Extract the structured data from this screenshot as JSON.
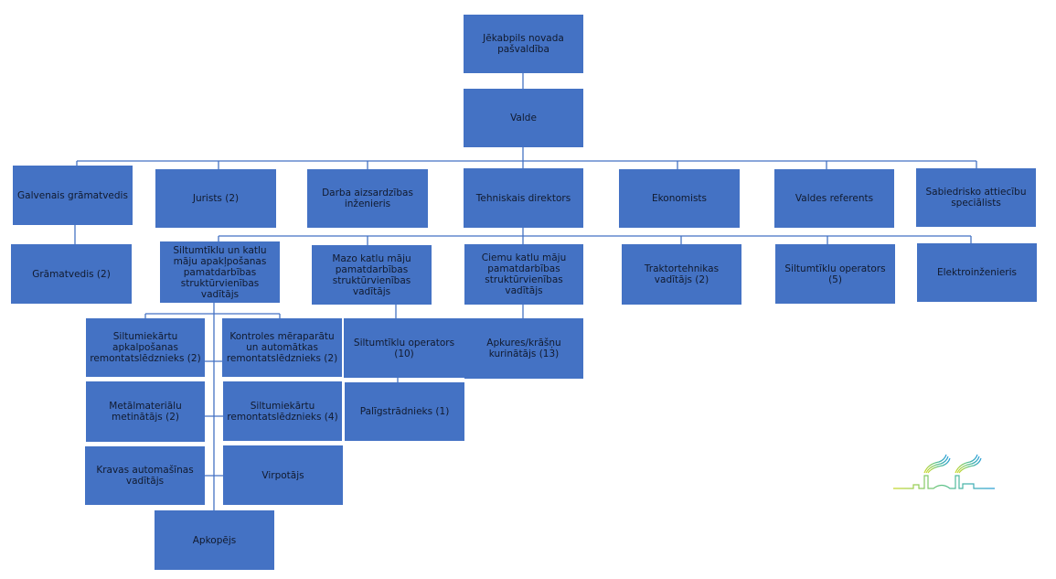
{
  "title": "Jēkabpils novada pašvaldība organizational chart",
  "colors": {
    "box_fill": "#4472c4",
    "connector": "#4472c4",
    "text": "#111a2e"
  },
  "nodes": [
    {
      "id": "root",
      "label": "Jēkabpils novada pašvaldība"
    },
    {
      "id": "valde",
      "label": "Valde"
    },
    {
      "id": "galv_gramatvedis",
      "label": "Galvenais grāmatvedis"
    },
    {
      "id": "jurists",
      "label": "Jurists (2)"
    },
    {
      "id": "darba_aizs",
      "label": "Darba aizsardzības inženieris"
    },
    {
      "id": "tehn_dir",
      "label": "Tehniskais direktors"
    },
    {
      "id": "ekonomists",
      "label": "Ekonomists"
    },
    {
      "id": "valdes_ref",
      "label": "Valdes referents"
    },
    {
      "id": "sab_att",
      "label": "Sabiedrisko attiecību speciālists"
    },
    {
      "id": "gramatvedis",
      "label": "Grāmatvedis (2)"
    },
    {
      "id": "silt_katlu",
      "label": "Siltumtīklu un katlu māju apakļpošanas pamatdarbības struktūrvienības vadītājs"
    },
    {
      "id": "mazo_katlu",
      "label": "Mazo katlu māju pamatdarbības struktūrvienības vadītājs"
    },
    {
      "id": "ciemu_katlu",
      "label": "Ciemu katlu māju pamatdarbības struktūrvienības vadītājs"
    },
    {
      "id": "traktor",
      "label": "Traktortehnikas vadītājs (2)"
    },
    {
      "id": "silt_oper5",
      "label": "Siltumtīklu operators (5)"
    },
    {
      "id": "elektro",
      "label": "Elektroinženieris"
    },
    {
      "id": "silt_apk_rem",
      "label": "Siltumiekārtu apkalpošanas remontatslēdznieks (2)"
    },
    {
      "id": "kontroles",
      "label": "Kontroles mēraparātu un automātkas remontatslēdznieks (2)"
    },
    {
      "id": "metal",
      "label": "Metālmateriālu metinātājs (2)"
    },
    {
      "id": "silt_rem4",
      "label": "Siltumiekārtu remontatslēdznieks (4)"
    },
    {
      "id": "kravas",
      "label": "Kravas automašīnas vadītājs"
    },
    {
      "id": "virpotajs",
      "label": "Virpotājs"
    },
    {
      "id": "apkopejs",
      "label": "Apkopējs"
    },
    {
      "id": "silt_oper10",
      "label": "Siltumtīklu operators (10)"
    },
    {
      "id": "paligstr",
      "label": "Palīgstrādnieks (1)"
    },
    {
      "id": "apkures",
      "label": "Apkures/krāšņu kurinātājs (13)"
    }
  ],
  "edges": [
    [
      "root",
      "valde"
    ],
    [
      "valde",
      "galv_gramatvedis"
    ],
    [
      "valde",
      "jurists"
    ],
    [
      "valde",
      "darba_aizs"
    ],
    [
      "valde",
      "tehn_dir"
    ],
    [
      "valde",
      "ekonomists"
    ],
    [
      "valde",
      "valdes_ref"
    ],
    [
      "valde",
      "sab_att"
    ],
    [
      "galv_gramatvedis",
      "gramatvedis"
    ],
    [
      "tehn_dir",
      "silt_katlu"
    ],
    [
      "tehn_dir",
      "mazo_katlu"
    ],
    [
      "tehn_dir",
      "ciemu_katlu"
    ],
    [
      "tehn_dir",
      "traktor"
    ],
    [
      "tehn_dir",
      "silt_oper5"
    ],
    [
      "tehn_dir",
      "elektro"
    ],
    [
      "silt_katlu",
      "silt_apk_rem"
    ],
    [
      "silt_katlu",
      "kontroles"
    ],
    [
      "silt_katlu",
      "metal"
    ],
    [
      "silt_katlu",
      "silt_rem4"
    ],
    [
      "silt_katlu",
      "kravas"
    ],
    [
      "silt_katlu",
      "virpotajs"
    ],
    [
      "silt_katlu",
      "apkopejs"
    ],
    [
      "mazo_katlu",
      "silt_oper10"
    ],
    [
      "silt_oper10",
      "paligstr"
    ],
    [
      "ciemu_katlu",
      "apkures"
    ]
  ],
  "logo": {
    "name": "heating-company-logo"
  }
}
